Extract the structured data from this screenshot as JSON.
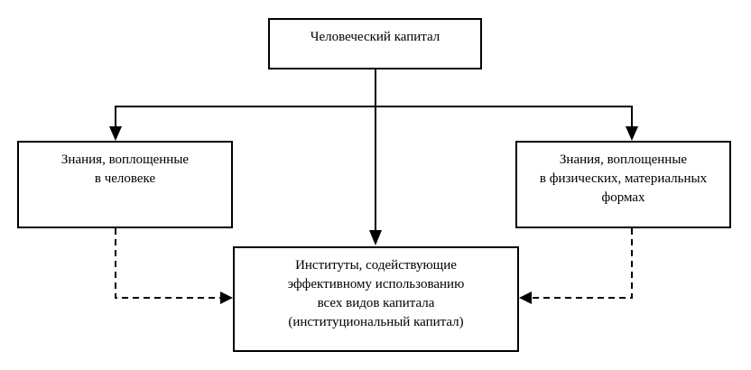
{
  "diagram": {
    "background_color": "#ffffff",
    "line_color": "#000000",
    "box_fill_color": "#ffffff",
    "box_border_color": "#000000",
    "nodes": {
      "human_capital": {
        "label": "Человеческий капитал"
      },
      "knowledge_person": {
        "label": "Знания, воплощенные\nв человеке"
      },
      "knowledge_physical": {
        "label": "Знания, воплощенные\nв физических, материальных\nформах"
      },
      "institutions": {
        "label": "Институты, содействующие\nэффективному использованию\nвсех видов капитала\n(институциональный капитал)"
      }
    },
    "edges": [
      {
        "from": "human_capital",
        "to": "knowledge_person",
        "style": "solid-arrow"
      },
      {
        "from": "human_capital",
        "to": "knowledge_physical",
        "style": "solid-arrow"
      },
      {
        "from": "human_capital",
        "to": "institutions",
        "style": "solid-arrow"
      },
      {
        "from": "knowledge_person",
        "to": "institutions",
        "style": "dashed-arrow"
      },
      {
        "from": "knowledge_physical",
        "to": "institutions",
        "style": "dashed-arrow"
      }
    ]
  }
}
